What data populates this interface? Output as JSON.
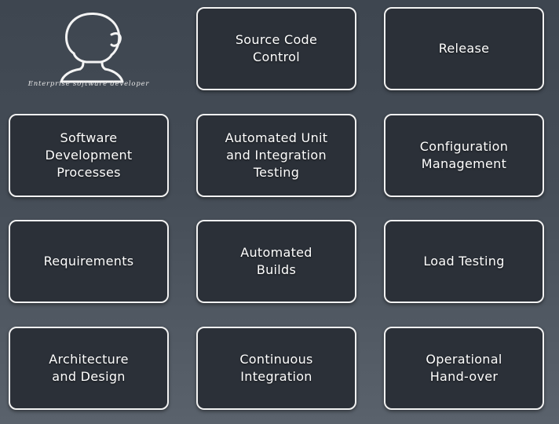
{
  "header": {
    "tagline": "Enterprise software developer",
    "avatar_icon": "developer-avatar-icon"
  },
  "tiles": [
    {
      "label": "Source Code\nControl"
    },
    {
      "label": "Release"
    },
    {
      "label": "Software\nDevelopment\nProcesses"
    },
    {
      "label": "Automated Unit\nand Integration\nTesting"
    },
    {
      "label": "Configuration\nManagement"
    },
    {
      "label": "Requirements"
    },
    {
      "label": "Automated\nBuilds"
    },
    {
      "label": "Load Testing"
    },
    {
      "label": "Architecture\nand Design"
    },
    {
      "label": "Continuous\nIntegration"
    },
    {
      "label": "Operational\nHand-over"
    }
  ],
  "colors": {
    "tile_fill": "#2b3038",
    "tile_border": "#f2f2f2",
    "text": "#ffffff"
  }
}
